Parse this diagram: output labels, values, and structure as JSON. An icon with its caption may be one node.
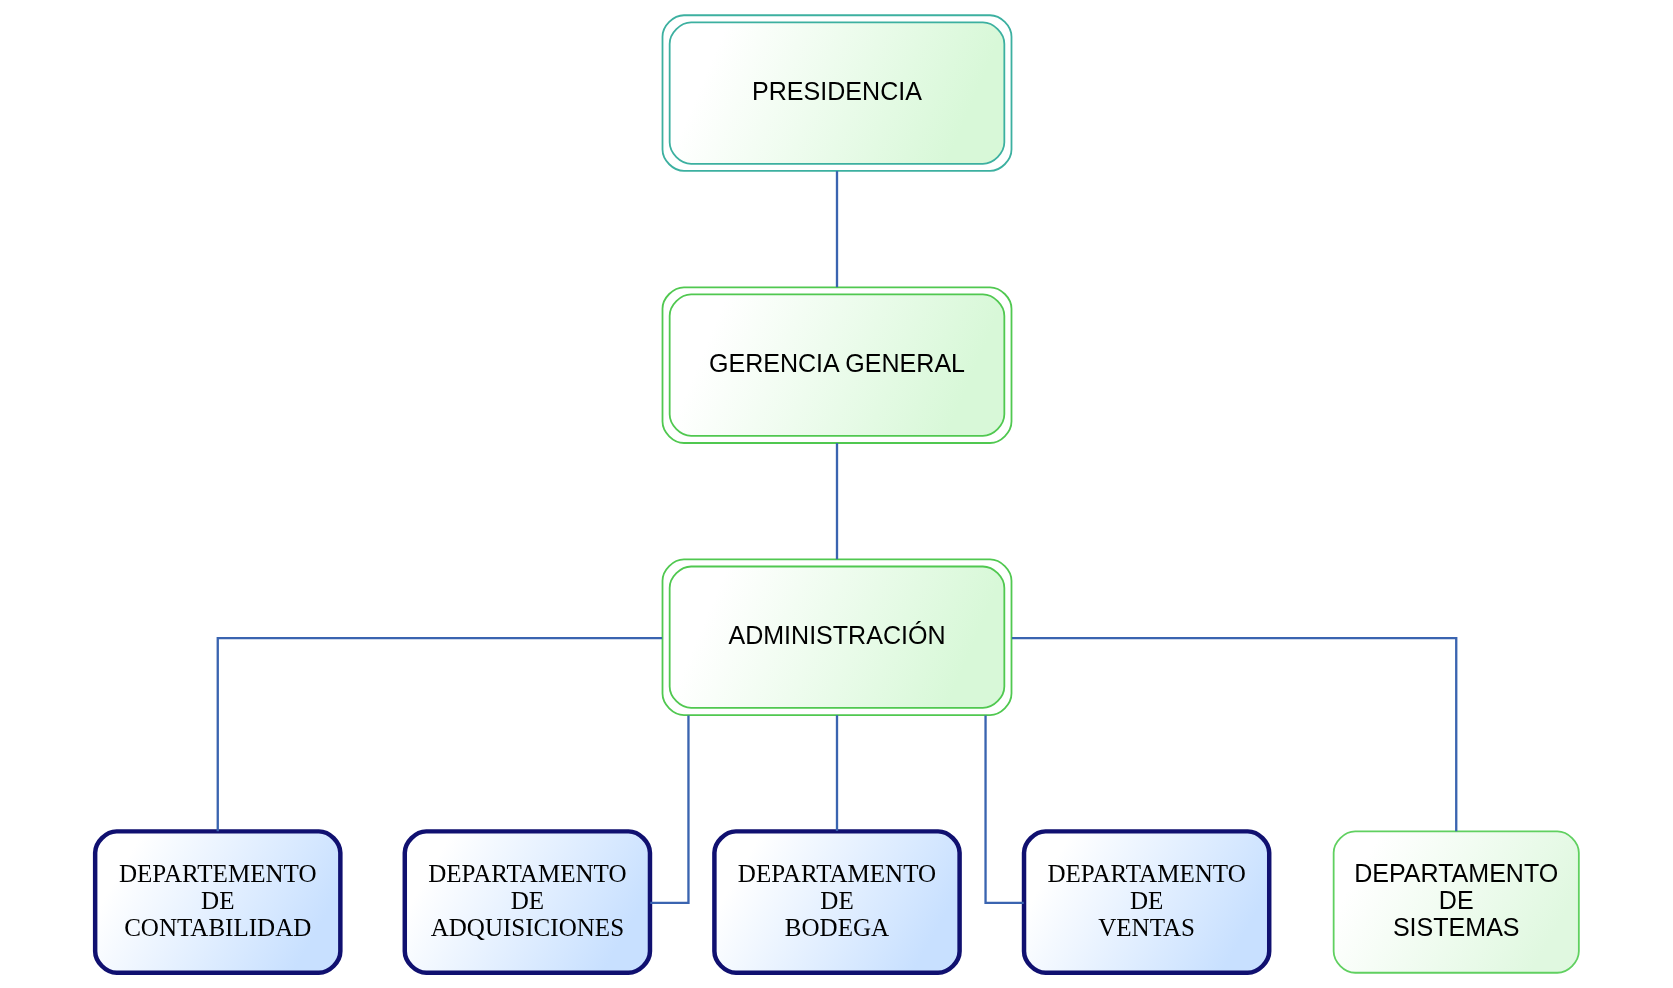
{
  "diagram": {
    "nodes": [
      {
        "text": [
          "PRESIDENCIA"
        ]
      },
      {
        "text": [
          "GERENCIA GENERAL"
        ]
      },
      {
        "text": [
          "ADMINISTRACIÓN"
        ]
      },
      {
        "text": [
          "DEPARTEMENTO DE CONTABILIDAD"
        ]
      },
      {
        "text": [
          "DEPARTAMENTO DE ADQUISICIONES"
        ]
      },
      {
        "text": [
          "DEPARTAMENTO DE BODEGA"
        ]
      },
      {
        "text": [
          "DEPARTAMENTO DE VENTAS"
        ]
      },
      {
        "text": [
          "DEPARTAMENTO DE SISTEMAS"
        ]
      }
    ],
    "edges": [
      {
        "from": 0,
        "to": 1,
        "arrow": "none"
      },
      {
        "from": 1,
        "to": 2,
        "arrow": "none"
      },
      {
        "from": 2,
        "to": 3,
        "arrow": "none"
      },
      {
        "from": 2,
        "to": 4,
        "arrow": "none"
      },
      {
        "from": 2,
        "to": 5,
        "arrow": "none"
      },
      {
        "from": 2,
        "to": 6,
        "arrow": "none"
      },
      {
        "from": 2,
        "to": 7,
        "arrow": "none"
      }
    ]
  }
}
